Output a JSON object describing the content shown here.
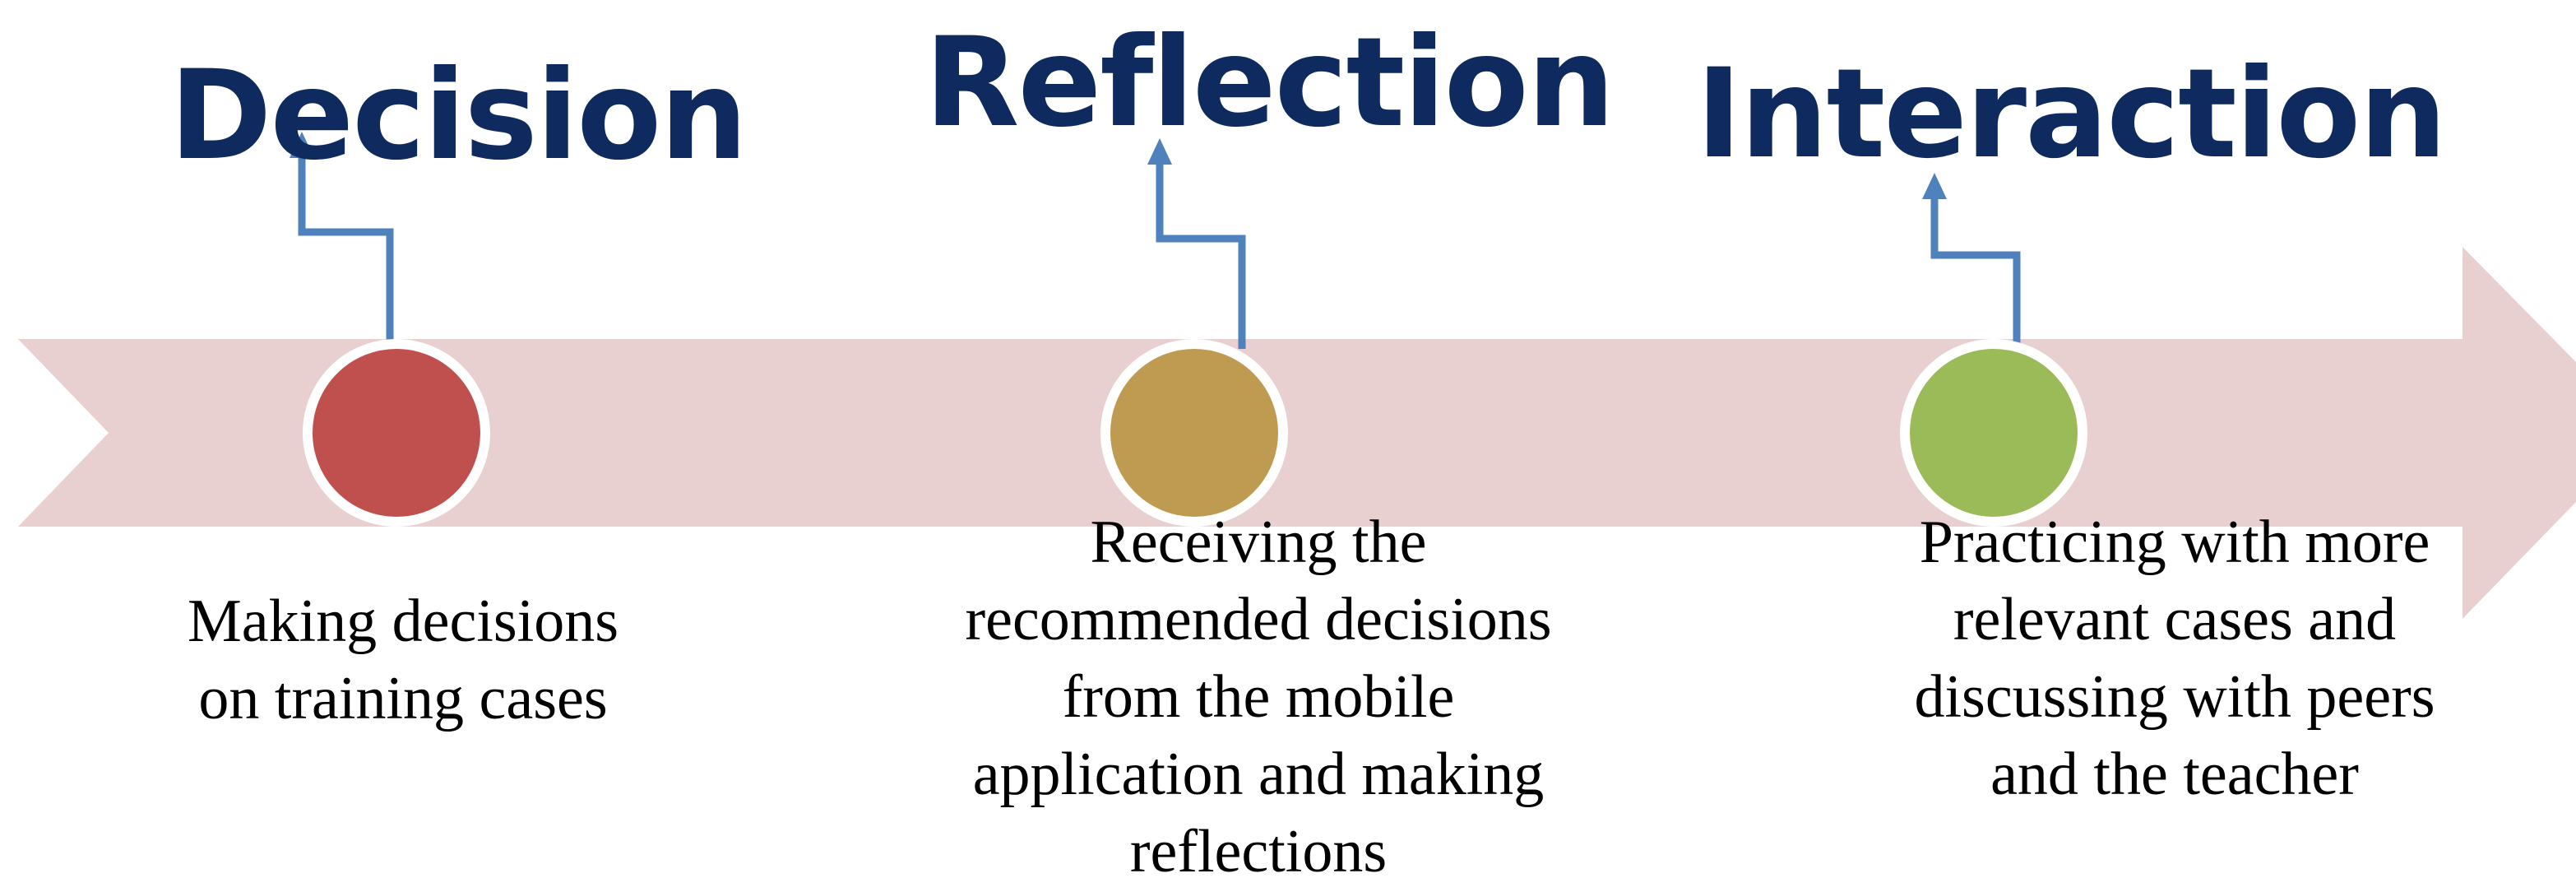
{
  "colors": {
    "arrow_fill": "#e8cfd0",
    "connector": "#4f81bd",
    "title_text": "#0f2a5e",
    "circle_border": "#ffffff"
  },
  "stages": [
    {
      "title": "Decision",
      "description": "Making decisions\non training cases",
      "circle_color": "#c0504d"
    },
    {
      "title": "Reflection",
      "description": "Receiving the\nrecommended decisions\nfrom the mobile\napplication and making\nreflections",
      "circle_color": "#bf9b52"
    },
    {
      "title": "Interaction",
      "description": "Practicing with more\nrelevant cases and\ndiscussing with peers\nand the teacher",
      "circle_color": "#9bbb59"
    }
  ]
}
